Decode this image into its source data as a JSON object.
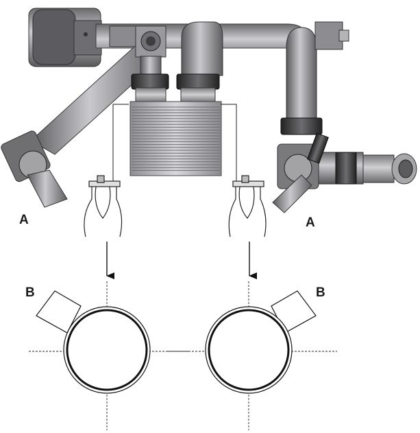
{
  "labels": {
    "a_left": "A",
    "a_right": "A",
    "b_left": "B",
    "b_right": "B"
  },
  "colors": {
    "pipe_dark": "#5f5f62",
    "pipe_mid": "#8e8e92",
    "pipe_light": "#c4c4c8",
    "nut_dark": "#2d2d2f",
    "heat_exchanger": "#b9b9bd",
    "line": "#111111"
  }
}
